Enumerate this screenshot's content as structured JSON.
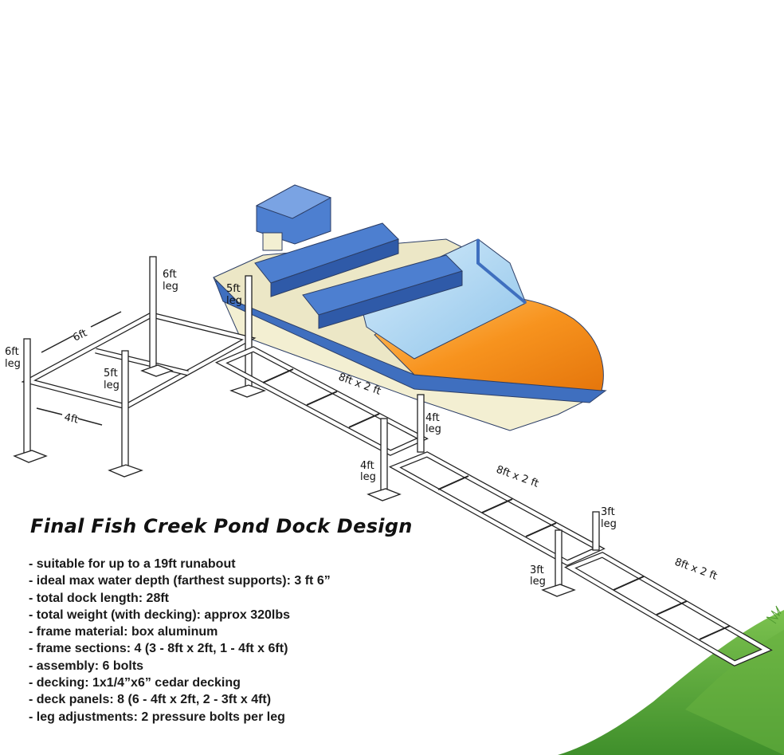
{
  "title": "Final Fish Creek Pond Dock Design",
  "specs": [
    "- suitable for up to a 19ft runabout",
    "- ideal max water depth (farthest supports): 3 ft 6”",
    "- total dock length: 28ft",
    "- total weight (with decking): approx 320lbs",
    "- frame material: box aluminum",
    "- frame sections: 4 (3 - 8ft x 2ft, 1 - 4ft x 6ft)",
    "- assembly: 6 bolts",
    "- decking: 1x1/4”x6” cedar decking",
    "- deck panels: 8 (6 - 4ft x 2ft, 2 - 3ft x 4ft)",
    "- leg adjustments: 2 pressure bolts per leg"
  ],
  "labels": {
    "leg6_top_line1": "6ft",
    "leg6_top_line2": "leg",
    "leg6_left_line1": "6ft",
    "leg6_left_line2": "leg",
    "leg5_mid_line1": "5ft",
    "leg5_mid_line2": "leg",
    "leg5_boat_line1": "5ft",
    "leg5_boat_line2": "leg",
    "dim_6ft": "6ft",
    "dim_4ft": "4ft",
    "section1": "8ft x 2 ft",
    "section2": "8ft x 2 ft",
    "section3": "8ft x 2 ft",
    "leg4_upper_line1": "4ft",
    "leg4_upper_line2": "leg",
    "leg4_lower_line1": "4ft",
    "leg4_lower_line2": "leg",
    "leg3_upper_line1": "3ft",
    "leg3_upper_line2": "leg",
    "leg3_lower_line1": "3ft",
    "leg3_lower_line2": "leg"
  },
  "colors": {
    "hull_orange": "#f7931e",
    "boat_blue": "#3f6fbf",
    "hull_cream": "#f3efd2",
    "windshield": "#a9d3f0",
    "grass": "#5aa83a",
    "frame_stroke": "#222222"
  }
}
